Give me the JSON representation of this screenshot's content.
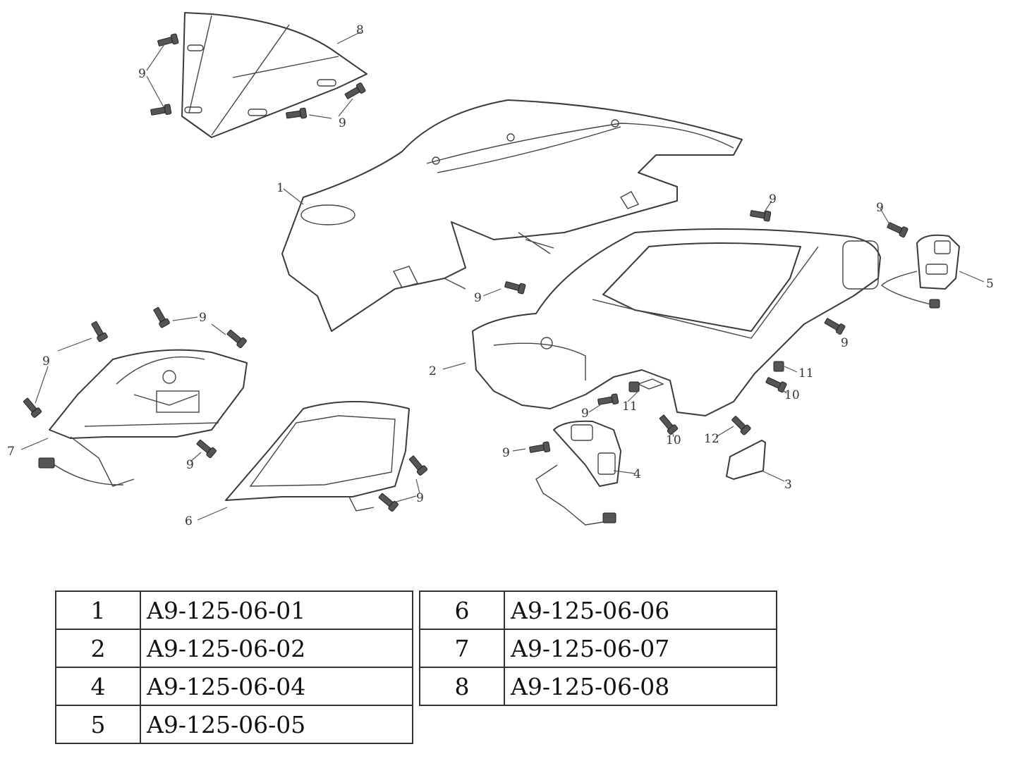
{
  "callouts": {
    "c1": "1",
    "c2": "2",
    "c3": "3",
    "c4": "4",
    "c5": "5",
    "c6": "6",
    "c7": "7",
    "c8": "8",
    "c9": "9",
    "c10": "10",
    "c11": "11",
    "c12": "12"
  },
  "parts_table": {
    "left": [
      {
        "num": "1",
        "code": "A9-125-06-01"
      },
      {
        "num": "2",
        "code": "A9-125-06-02"
      },
      {
        "num": "4",
        "code": "A9-125-06-04"
      },
      {
        "num": "5",
        "code": "A9-125-06-05"
      }
    ],
    "right": [
      {
        "num": "6",
        "code": "A9-125-06-06"
      },
      {
        "num": "7",
        "code": "A9-125-06-07"
      },
      {
        "num": "8",
        "code": "A9-125-06-08"
      }
    ]
  }
}
